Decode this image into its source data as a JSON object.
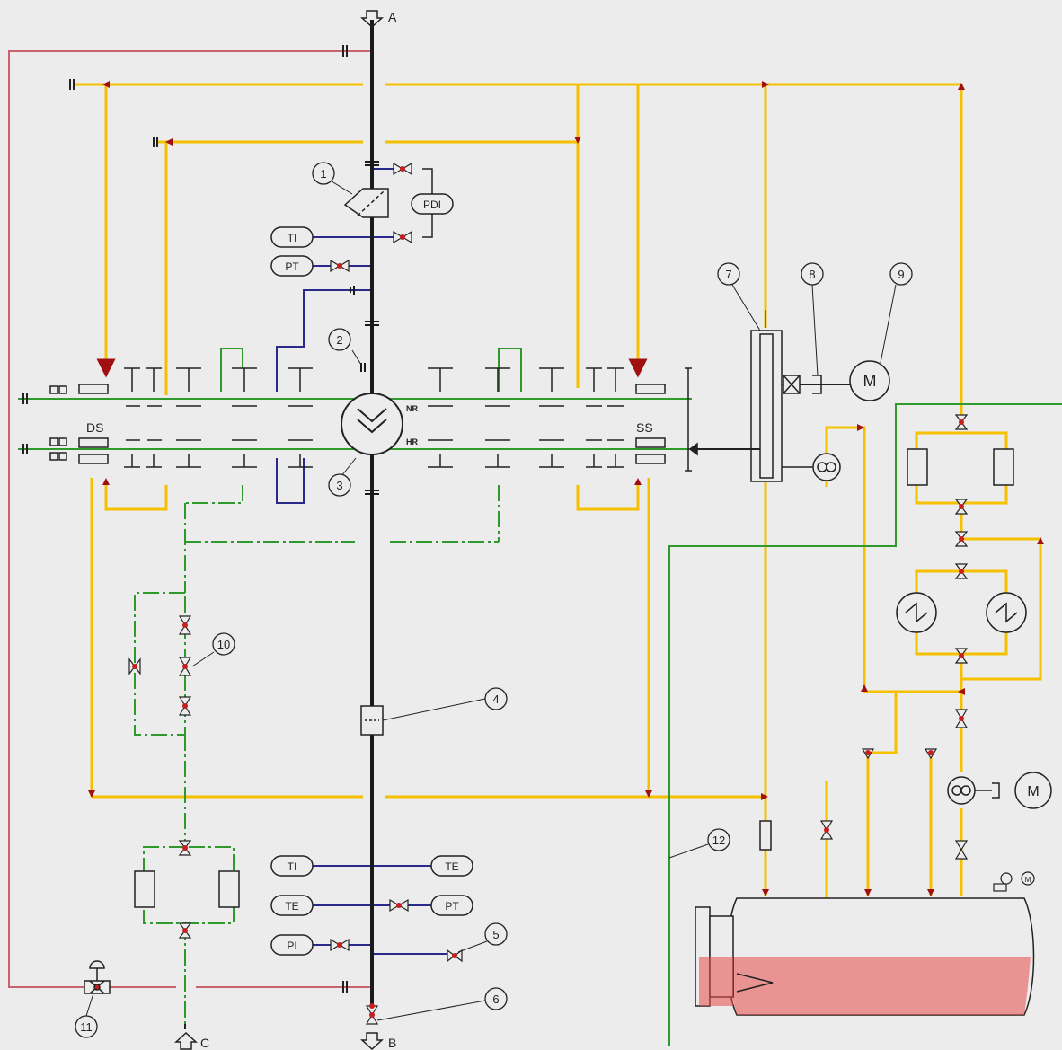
{
  "colors": {
    "background": "#ececec",
    "main_shaft": "#1a1a1a",
    "oil_supply": "#f5c000",
    "seal_air": "#c8646e",
    "instrument_line": "#2a2a8a",
    "cooling_water": "#2e9a2e",
    "valve_dot": "#c81e1e",
    "oil_fill": "#e84a4a"
  },
  "ports": {
    "top": "A",
    "bottom": "B",
    "bottom_left": "C"
  },
  "side_labels": {
    "drive_side": "DS",
    "slave_side": "SS"
  },
  "row_labels": {
    "top": "NR",
    "bottom": "HR"
  },
  "instrument_tags": {
    "pdi": "PDI",
    "ti_top": "TI",
    "pt_top": "PT",
    "ti_bottom": "TI",
    "te_right": "TE",
    "te_left": "TE",
    "pt_bottom": "PT",
    "pi_bottom": "PI"
  },
  "motor_label": "M",
  "callouts": [
    "1",
    "2",
    "3",
    "4",
    "5",
    "6",
    "7",
    "8",
    "9",
    "10",
    "11",
    "12"
  ]
}
